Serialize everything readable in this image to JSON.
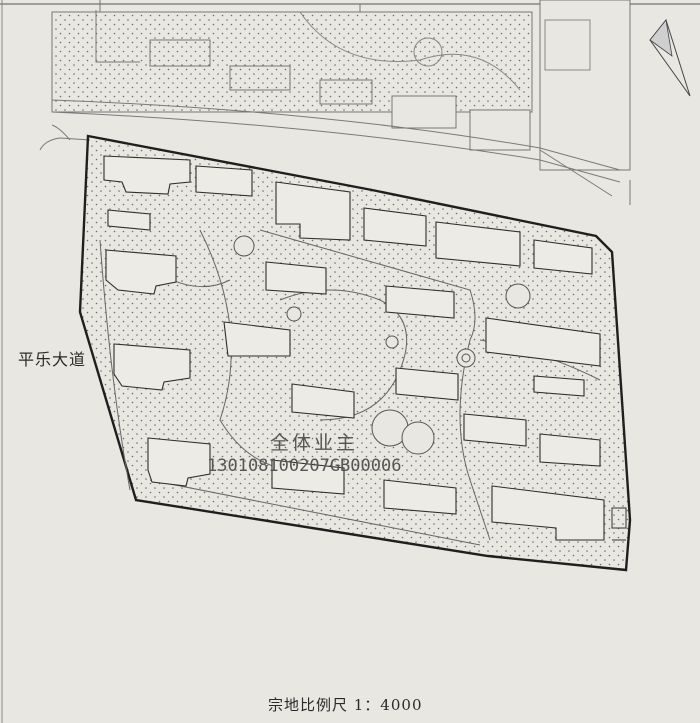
{
  "map": {
    "road_name": "平乐大道",
    "owner": "全体业主",
    "parcel_code": "130108100207GB00006",
    "scale": "宗地比例尺 1：4000"
  },
  "colors": {
    "paper": "#e9e7e1",
    "ink": "#2a2a2a",
    "boundary": "#1f1f1f",
    "faint": "#7a7a7a"
  }
}
